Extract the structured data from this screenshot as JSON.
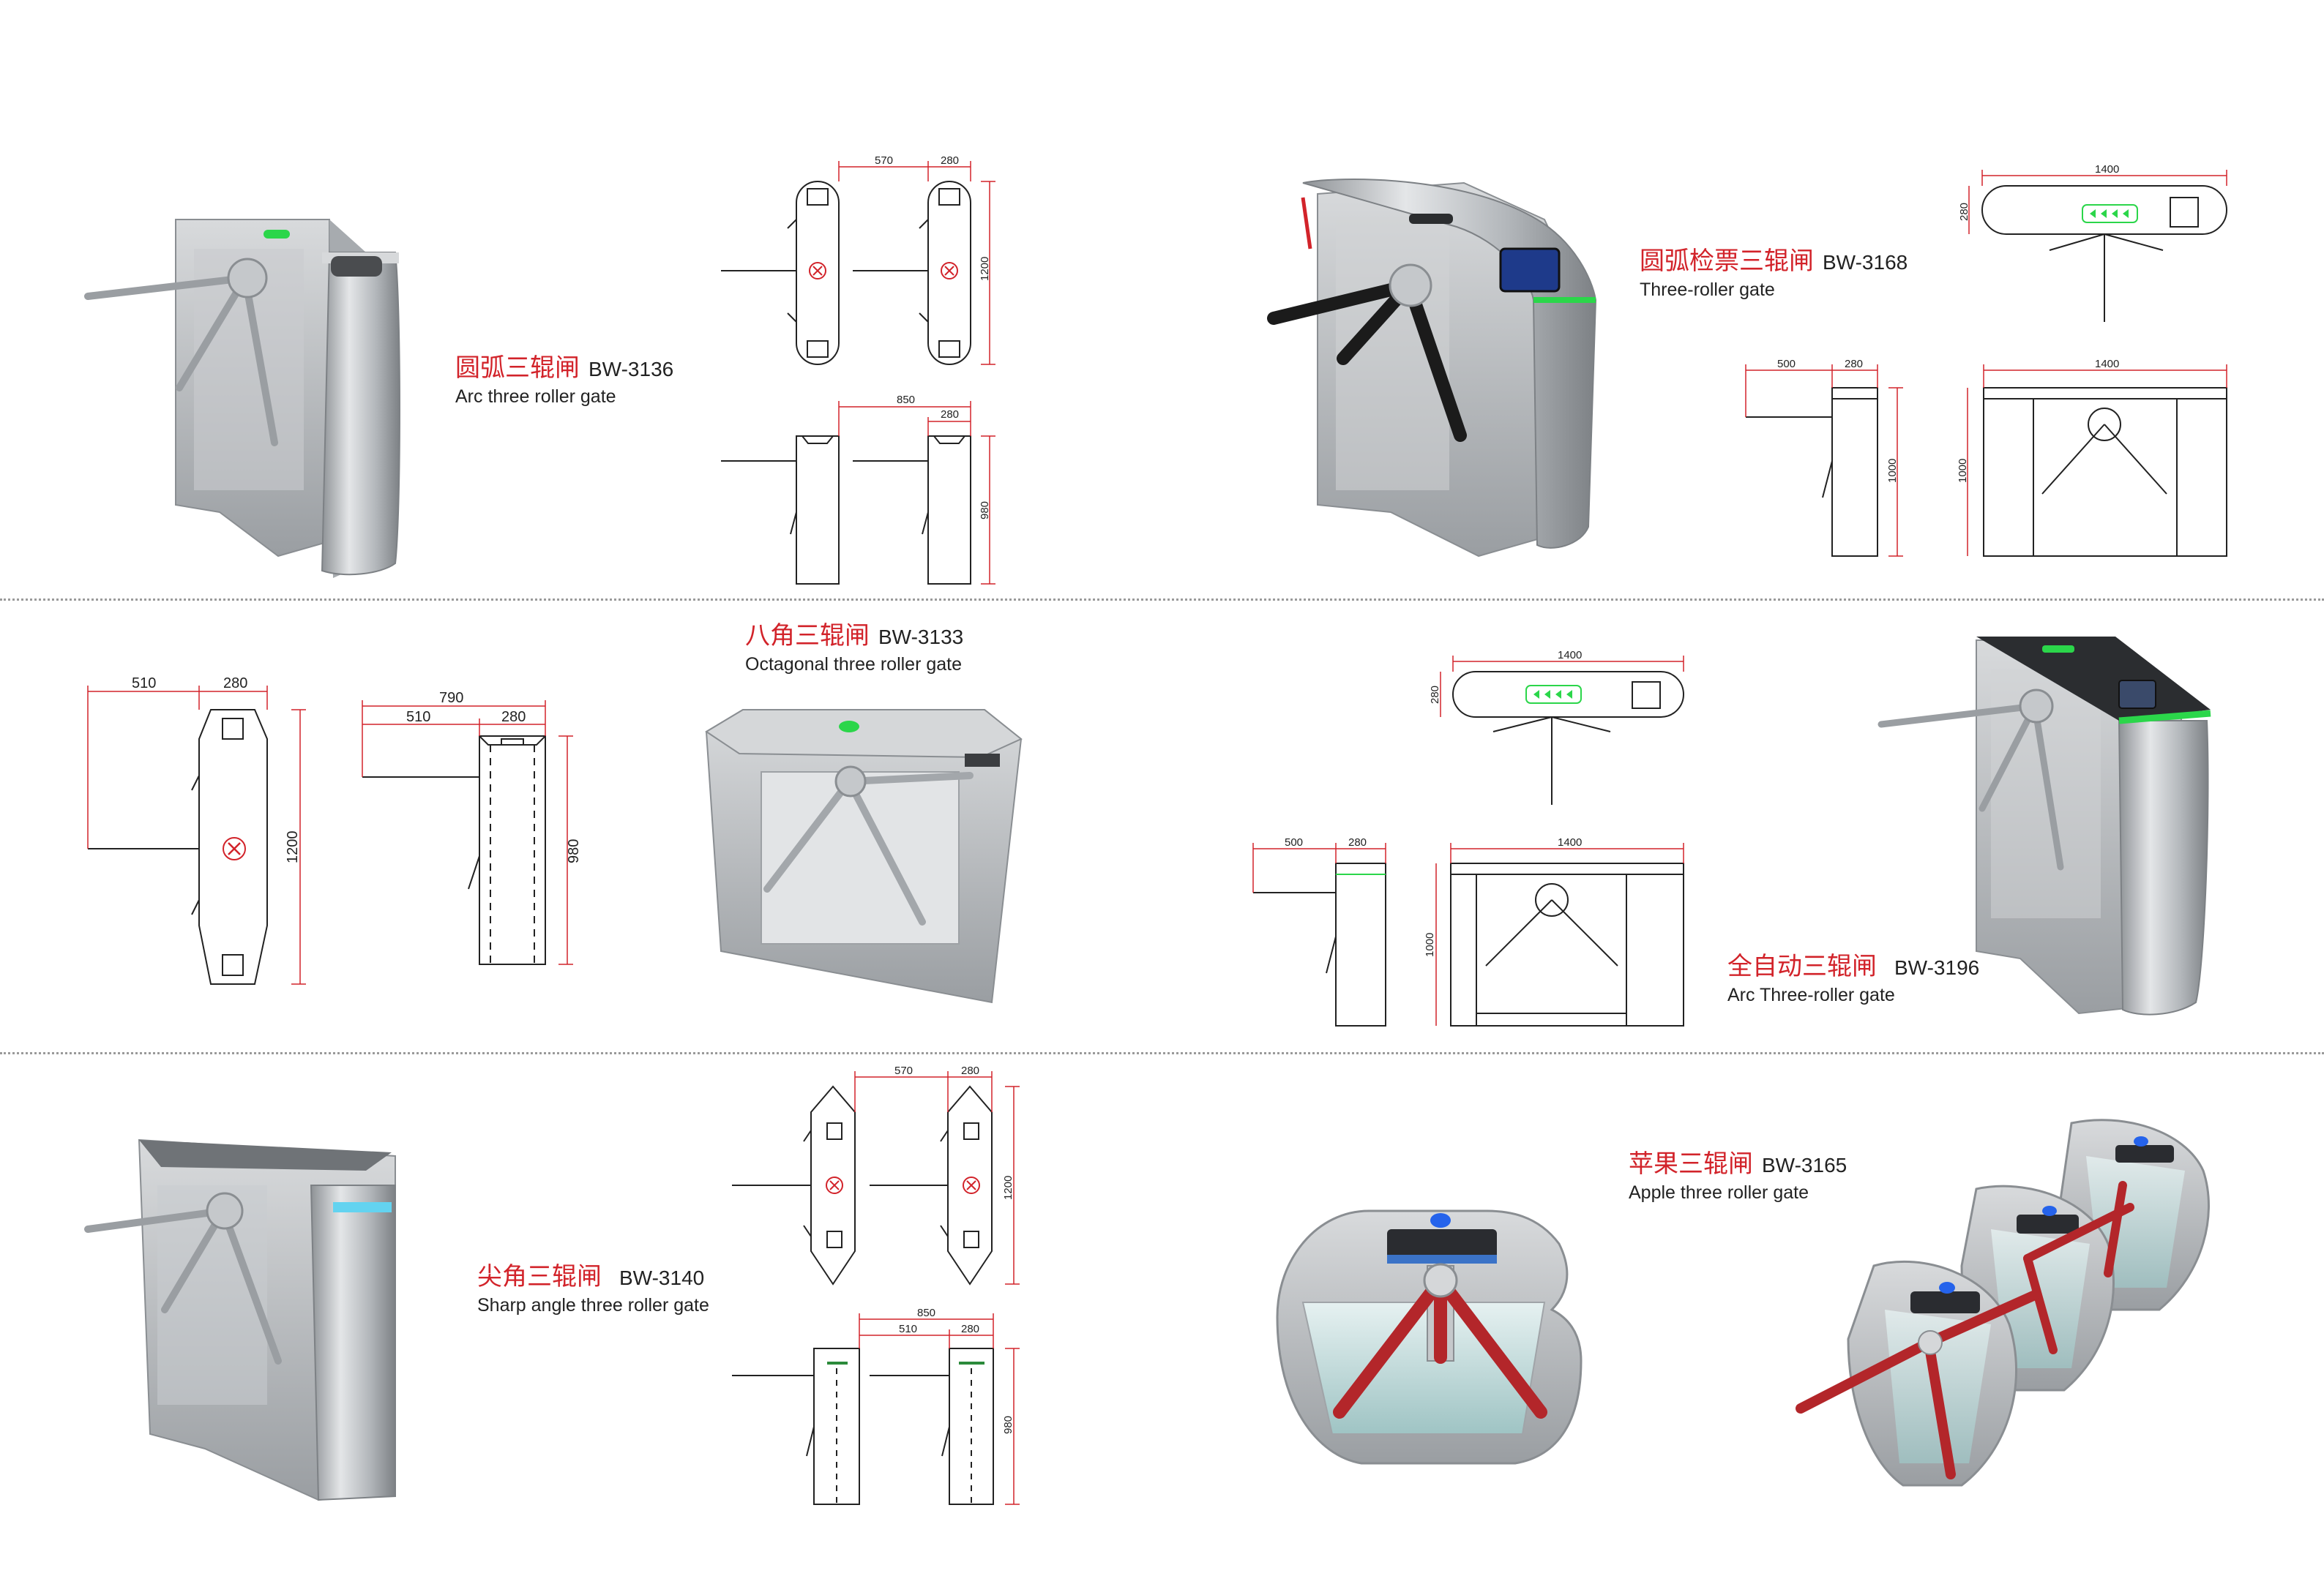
{
  "products": [
    {
      "id": "bw3136",
      "cn": "圆弧三辊闸",
      "code": "BW-3136",
      "en": "Arc three roller gate"
    },
    {
      "id": "bw3168",
      "cn": "圆弧检票三辊闸",
      "code": "BW-3168",
      "en": "Three-roller gate"
    },
    {
      "id": "bw3133",
      "cn": "八角三辊闸",
      "code": "BW-3133",
      "en": "Octagonal three roller gate"
    },
    {
      "id": "bw3196",
      "cn": "全自动三辊闸",
      "code": "BW-3196",
      "en": "Arc  Three-roller gate"
    },
    {
      "id": "bw3140",
      "cn": "尖角三辊闸",
      "code": "BW-3140",
      "en": "Sharp angle three roller gate"
    },
    {
      "id": "bw3165",
      "cn": "苹果三辊闸",
      "code": "BW-3165",
      "en": "Apple three roller gate"
    }
  ],
  "dims": {
    "d570": "570",
    "d280": "280",
    "d1200": "1200",
    "d850": "850",
    "d980": "980",
    "d1400": "1400",
    "d500": "500",
    "d1000": "1000",
    "d510": "510",
    "d790": "790"
  },
  "colors": {
    "accent_red": "#d2232a",
    "dim_line": "#d2232a",
    "steel": "#b8bcc0",
    "led_green": "#2bd64a",
    "arm_red": "#b3262a"
  }
}
